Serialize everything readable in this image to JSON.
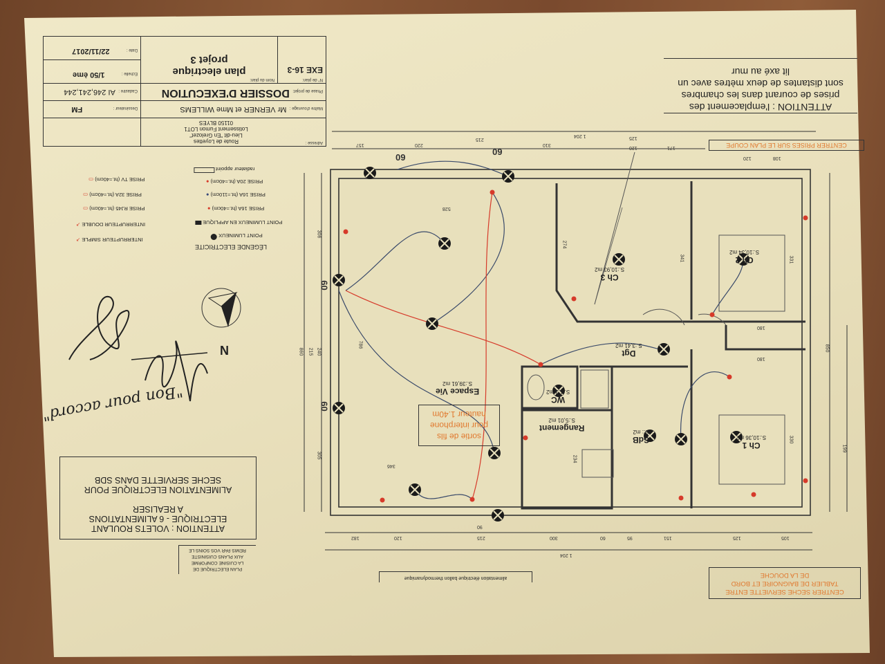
{
  "title_block": {
    "plan_no_label": "N° de plan:",
    "plan_no": "EXE  16-3",
    "plan_name_label": "Nom du plan:",
    "plan_name_1": "plan electrique",
    "plan_name_2": "projet 3",
    "date_label": "Date :",
    "date": "22/11/2017",
    "scale_label": "Echelle :",
    "scale": "1/50 ème",
    "phase_label": "Phase de projet:",
    "phase": "DOSSIER D'EXECUTION",
    "cadastre_label": "Cadastre :",
    "cadastre": "AI 246,241,244",
    "owner_label": "Maître d'ouvrage :",
    "owner": "Mr VERNER et Mme WILLEMS",
    "drafter_label": "Dessinateur :",
    "drafter": "FM",
    "address_label": "Adresse :",
    "address": [
      "Route de Loyettes",
      "Lieu-dit \"En Grelozet\"",
      "Lotissement Fumon LOT1",
      "01150 BLYES"
    ]
  },
  "legend": {
    "title": "LÉGENDE ELECTRICITE",
    "items": [
      "POINT LUMINEUX",
      "POINT LUMINEUX EN APPLIQUE",
      "PRISE 16A (ht.=40cm)",
      "PRISE 16A (ht.=110cm)",
      "PRISE 20A (ht.=40cm)",
      "radiateur appoint",
      "INTERRUPTEUR SIMPLE",
      "INTERRUPTEUR DOUBLE",
      "PRISE RJ45 (ht.=40cm)",
      "PRISE 32A (ht.=40cm)",
      "PRISE TV (ht.=40cm)"
    ]
  },
  "notes": {
    "bedroom_warning": [
      "ATTENTION : l'emplacement des",
      "prises de courant dans les chambres",
      "sont distantes de deux mètres avec un",
      "lit axé au mur"
    ],
    "center_sockets": "CENTRER PRISES SUR LE PLAN COUPE",
    "shutters_warning": [
      "ATTENTION : VOLETS ROULANT",
      "ELECTRIQUE - 6 ALIMENTATIONS",
      "A REALISER",
      "",
      "ALIMENTATION ELECTRIQUE POUR",
      "SECHE SERVIETTE DANS SDB"
    ],
    "kitchen_note": [
      "PLAN ELECTRIQUE DE",
      "LA CUISINE CONFORME",
      "AUX PLANS CUISINISTE",
      "REMIS PAR VOS SOINS LE"
    ],
    "towel_dryer": [
      "CENTRER SECHE SERVIETTE ENTRE",
      "TABLIER DE BAIGNOIRE ET BORD",
      "DE LA DOUCHE"
    ],
    "water_heater": "alimentation électrique ballon thermodynamique",
    "intercom": [
      "sortie de fils",
      "pour interphone",
      "hauteur 1.40m"
    ],
    "signature_text": "\"Bon pour accord\""
  },
  "compass": {
    "label": "N"
  },
  "rooms": [
    {
      "name": "Ch 2",
      "area": "S.:10,34 m2"
    },
    {
      "name": "Ch 3",
      "area": "S.:10,93 m2"
    },
    {
      "name": "Dgt",
      "area": "S.:3,41 m2"
    },
    {
      "name": "Espace Vie",
      "area": "S.:39,61 m2"
    },
    {
      "name": "WC",
      "area": "S.:1,3 m2"
    },
    {
      "name": "Rangement",
      "area": "S.:5,01 m2"
    },
    {
      "name": "SdB",
      "area": "S.: m2"
    },
    {
      "name": "Ch 1",
      "area": "S.:10,36 m2"
    }
  ],
  "dimensions": {
    "top": [
      "1 204",
      "157",
      "220",
      "215",
      "310",
      "125",
      "120",
      "171",
      "120",
      "108"
    ],
    "bottom": [
      "182",
      "120",
      "215",
      "90",
      "300",
      "60",
      "95",
      "151",
      "125",
      "105",
      "1 204"
    ],
    "left": [
      "306",
      "240",
      "215",
      "860",
      "305"
    ],
    "right": [
      "850",
      "199"
    ],
    "openings": [
      "60",
      "60",
      "60",
      "60"
    ],
    "inner": [
      "528",
      "786",
      "346",
      "234",
      "274",
      "341",
      "331",
      "330",
      "180",
      "180"
    ]
  },
  "colors": {
    "paper": "#ece4c2",
    "wood": "#7a4a2e",
    "orange": "#e0782e",
    "socket": "#d63a2a",
    "wire_blue": "#3a4a6a"
  }
}
